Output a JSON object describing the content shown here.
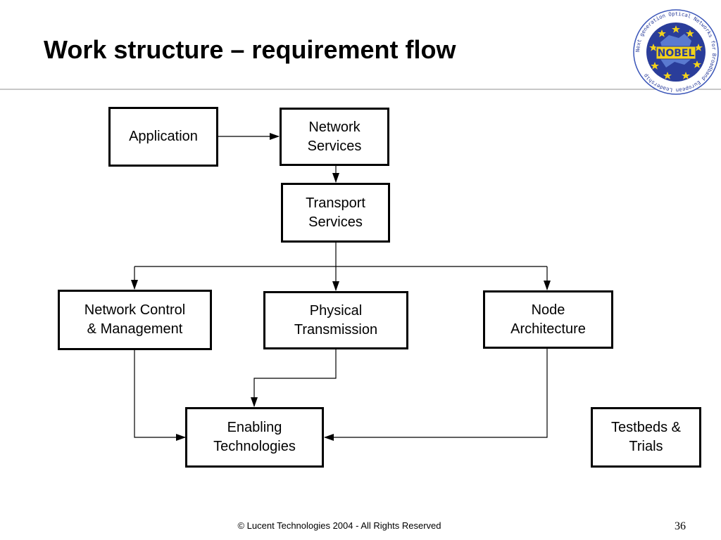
{
  "slide": {
    "title": "Work structure – requirement flow",
    "footer": "© Lucent Technologies 2004 - All Rights Reserved",
    "page_number": "36"
  },
  "logo": {
    "name": "NOBEL",
    "ring_text": "Next generation Optical Networks for Broadband European Leadership",
    "colors": {
      "disc": "#2a3d9a",
      "ring": "#3a55b8",
      "stars": "#f2d21b",
      "text": "#2a3d9a"
    }
  },
  "diagram": {
    "nodes": {
      "application": "Application",
      "network_services": "Network\nServices",
      "transport_services": "Transport\nServices",
      "network_control": "Network Control\n& Management",
      "physical_transmission": "Physical\nTransmission",
      "node_architecture": "Node\nArchitecture",
      "enabling_technologies": "Enabling\nTechnologies",
      "testbeds_trials": "Testbeds &\nTrials"
    }
  }
}
